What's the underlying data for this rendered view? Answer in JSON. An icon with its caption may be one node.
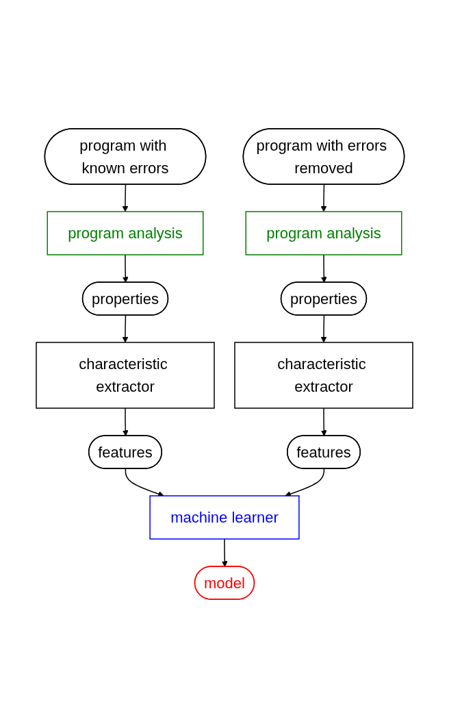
{
  "diagram": {
    "nodes": [
      {
        "text": [
          "program with known errors"
        ]
      },
      {
        "text": [
          "program with errors removed"
        ]
      },
      {
        "text": [
          "program analysis"
        ]
      },
      {
        "text": [
          "program analysis"
        ]
      },
      {
        "text": [
          "properties"
        ]
      },
      {
        "text": [
          "properties"
        ]
      },
      {
        "text": [
          "characteristic extractor"
        ]
      },
      {
        "text": [
          "characteristic extractor"
        ]
      },
      {
        "text": [
          "features"
        ]
      },
      {
        "text": [
          "features"
        ]
      },
      {
        "text": [
          "machine learner"
        ]
      },
      {
        "text": [
          "model"
        ]
      }
    ],
    "edges": [
      {
        "from": 0,
        "to": 2,
        "arrow": "to"
      },
      {
        "from": 1,
        "to": 3,
        "arrow": "to"
      },
      {
        "from": 2,
        "to": 4,
        "arrow": "to"
      },
      {
        "from": 3,
        "to": 5,
        "arrow": "to"
      },
      {
        "from": 4,
        "to": 6,
        "arrow": "to"
      },
      {
        "from": 5,
        "to": 7,
        "arrow": "to"
      },
      {
        "from": 6,
        "to": 8,
        "arrow": "to"
      },
      {
        "from": 7,
        "to": 9,
        "arrow": "to"
      },
      {
        "from": 8,
        "to": 10,
        "arrow": "to"
      },
      {
        "from": 9,
        "to": 10,
        "arrow": "to"
      },
      {
        "from": 10,
        "to": 11,
        "arrow": "to"
      }
    ]
  }
}
